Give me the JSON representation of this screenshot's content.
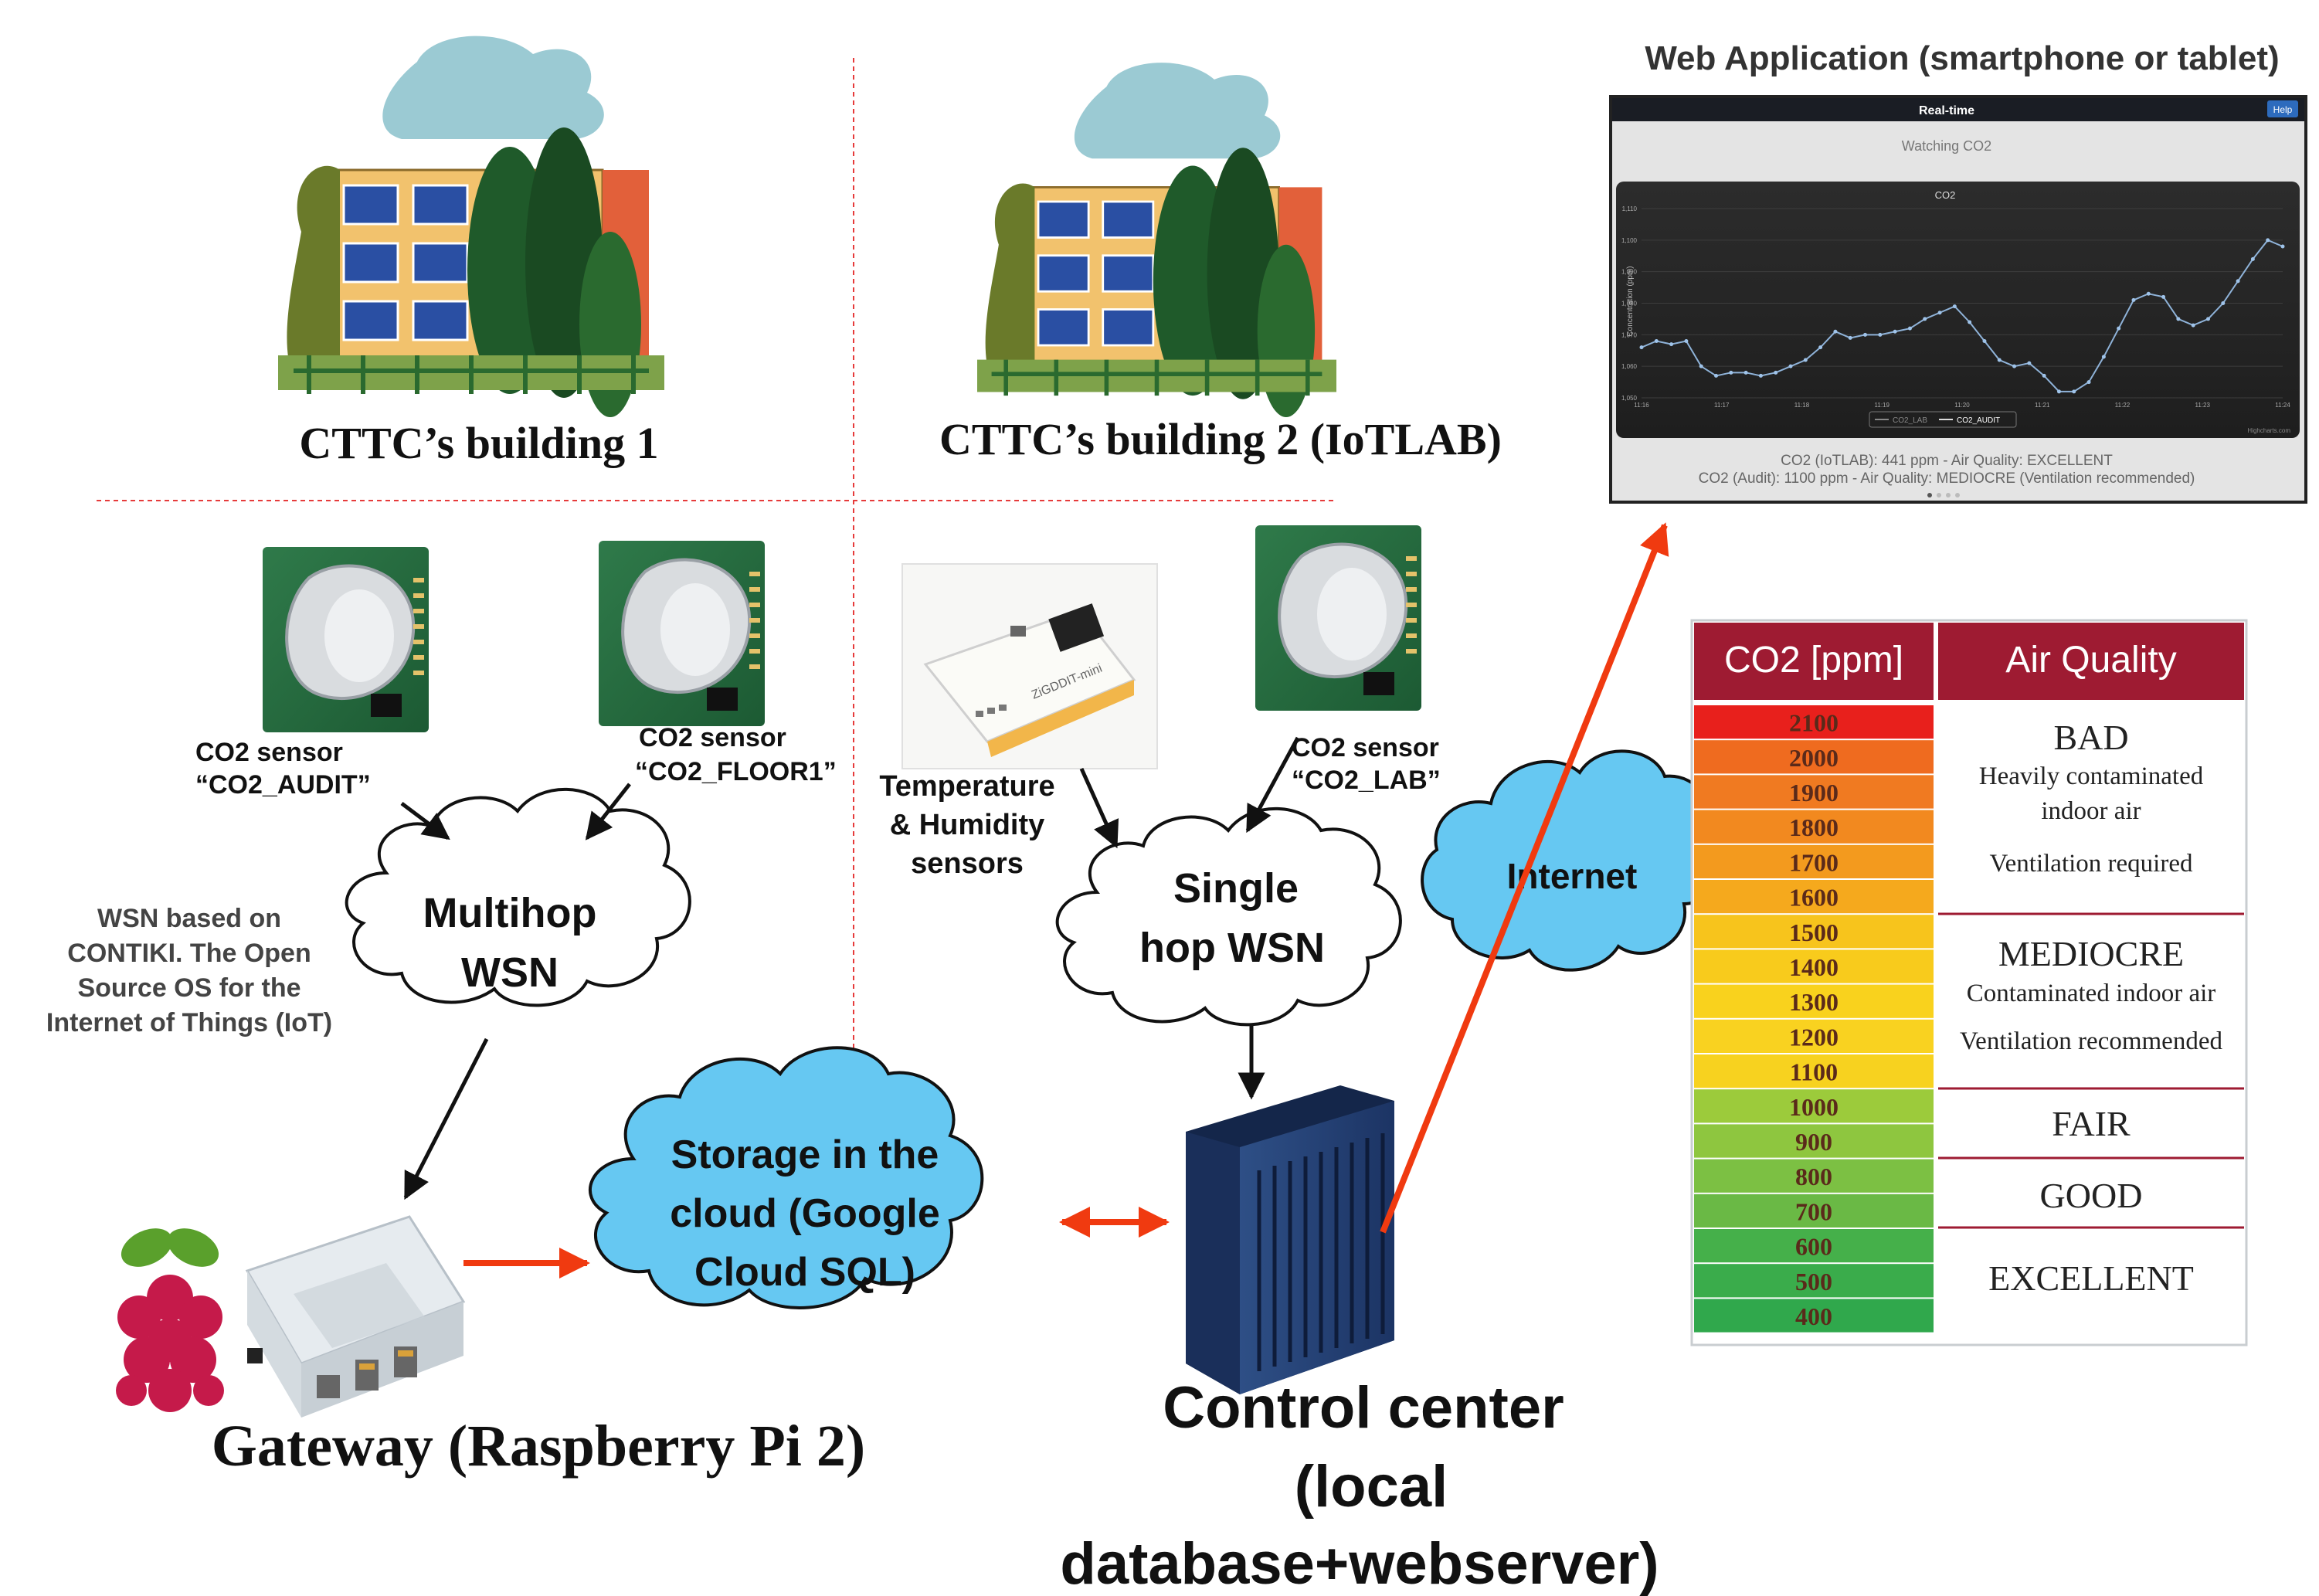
{
  "buildings": {
    "b1_label": "CTTC’s building 1",
    "b2_label": "CTTC’s building 2 (IoTLAB)"
  },
  "sensors": {
    "audit_l1": "CO2 sensor",
    "audit_l2": "“CO2_AUDIT”",
    "floor1_l1": "CO2 sensor",
    "floor1_l2": "“CO2_FLOOR1”",
    "lab_l1": "CO2 sensor",
    "lab_l2": "“CO2_LAB”",
    "temp_l1": "Temperature",
    "temp_l2": "& Humidity",
    "temp_l3": "sensors"
  },
  "wsn_note": [
    "WSN based on",
    "CONTIKI. The Open",
    "Source OS for the",
    "Internet of Things (IoT)"
  ],
  "clouds": {
    "multihop": [
      "Multihop",
      "WSN"
    ],
    "singlehop": [
      "Single",
      "hop WSN"
    ],
    "internet": "Internet",
    "storage": [
      "Storage in the",
      "cloud (Google",
      "Cloud SQL)"
    ]
  },
  "gateway_label": "Gateway (Raspberry Pi 2)",
  "control_center": [
    "Control center",
    "(local",
    "database+webserver)"
  ],
  "webapp": {
    "caption": "Web Application (smartphone or tablet)",
    "header": "Real-time",
    "help": "Help",
    "subtitle": "Watching CO2",
    "chart_title": "CO2",
    "ylabel": "Concentration (ppm)",
    "legend": [
      "CO2_LAB",
      "CO2_AUDIT"
    ],
    "credit": "Highcharts.com",
    "status1": "CO2 (IoTLAB): 441 ppm - Air Quality: EXCELLENT",
    "status2": "CO2 (Audit): 1100 ppm - Air Quality: MEDIOCRE (Ventilation recommended)"
  },
  "chart_data": {
    "type": "line",
    "title": "CO2",
    "ylabel": "Concentration (ppm)",
    "yticks": [
      "1,050",
      "1,060",
      "1,070",
      "1,080",
      "1,090",
      "1,100",
      "1,110"
    ],
    "xticks": [
      "11:16",
      "11:17",
      "11:18",
      "11:19",
      "11:20",
      "11:21",
      "11:22",
      "11:23",
      "11:24"
    ],
    "ylim": [
      1050,
      1110
    ],
    "series": [
      {
        "name": "CO2_AUDIT",
        "values": [
          1066,
          1068,
          1067,
          1068,
          1060,
          1057,
          1058,
          1058,
          1057,
          1058,
          1060,
          1062,
          1066,
          1071,
          1069,
          1070,
          1070,
          1071,
          1072,
          1075,
          1077,
          1079,
          1074,
          1068,
          1062,
          1060,
          1061,
          1057,
          1052,
          1052,
          1055,
          1063,
          1072,
          1081,
          1083,
          1082,
          1075,
          1073,
          1075,
          1080,
          1087,
          1094,
          1100,
          1098
        ]
      }
    ]
  },
  "air_quality": {
    "col1": "CO2 [ppm]",
    "col2": "Air Quality",
    "levels": [
      "2100",
      "2000",
      "1900",
      "1800",
      "1700",
      "1600",
      "1500",
      "1400",
      "1300",
      "1200",
      "1100",
      "1000",
      "900",
      "800",
      "700",
      "600",
      "500",
      "400"
    ],
    "level_colors": [
      "#e8201c",
      "#ef6b1f",
      "#f07a21",
      "#f2891f",
      "#f39a1e",
      "#f5a91d",
      "#f7c41c",
      "#f8cb1c",
      "#f9d21d",
      "#f9d220",
      "#f7d21f",
      "#9ccb3b",
      "#8ec63f",
      "#7cc043",
      "#6ab945",
      "#45b04a",
      "#3aac4b",
      "#30a84c"
    ],
    "categories": [
      {
        "name": "BAD",
        "sub": [
          "Heavily contaminated",
          "indoor air",
          "Ventilation required"
        ]
      },
      {
        "name": "MEDIOCRE",
        "sub": [
          "Contaminated indoor air",
          "Ventilation recommended"
        ]
      },
      {
        "name": "FAIR",
        "sub": []
      },
      {
        "name": "GOOD",
        "sub": []
      },
      {
        "name": "EXCELLENT",
        "sub": []
      }
    ],
    "header_color": "#9e1b32"
  },
  "chip_labels": {
    "th_sensor": "ZiGDDIT-mini"
  }
}
